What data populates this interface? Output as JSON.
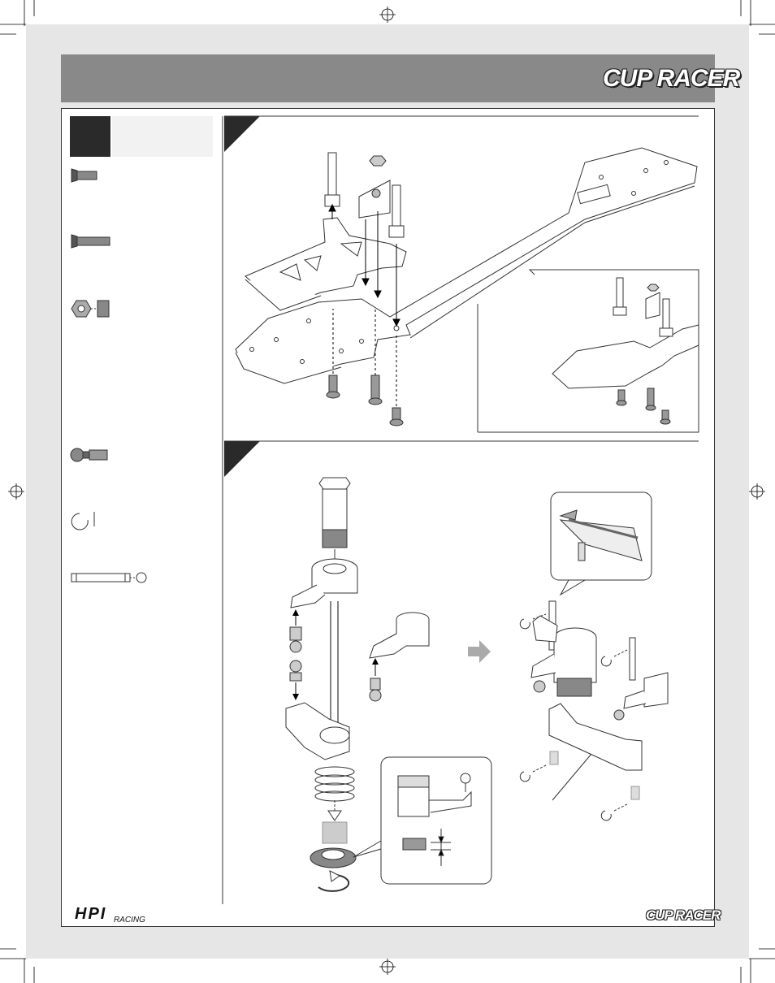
{
  "brand": {
    "logo_top": "CUP RACER",
    "logo_bottom": "CUP RACER",
    "hpi_main": "HPI",
    "hpi_sub": "RACING"
  },
  "colors": {
    "header": "#898989",
    "page": "#e6e6e6",
    "step": "#2a2a2a",
    "line": "#333333"
  },
  "icons": [
    "registration-mark-icon",
    "countersunk-screw-icon",
    "hex-nut-icon",
    "ball-stud-icon",
    "e-clip-icon",
    "pin-shaft-icon",
    "next-step-arrow-icon",
    "rotate-arrow-icon"
  ]
}
